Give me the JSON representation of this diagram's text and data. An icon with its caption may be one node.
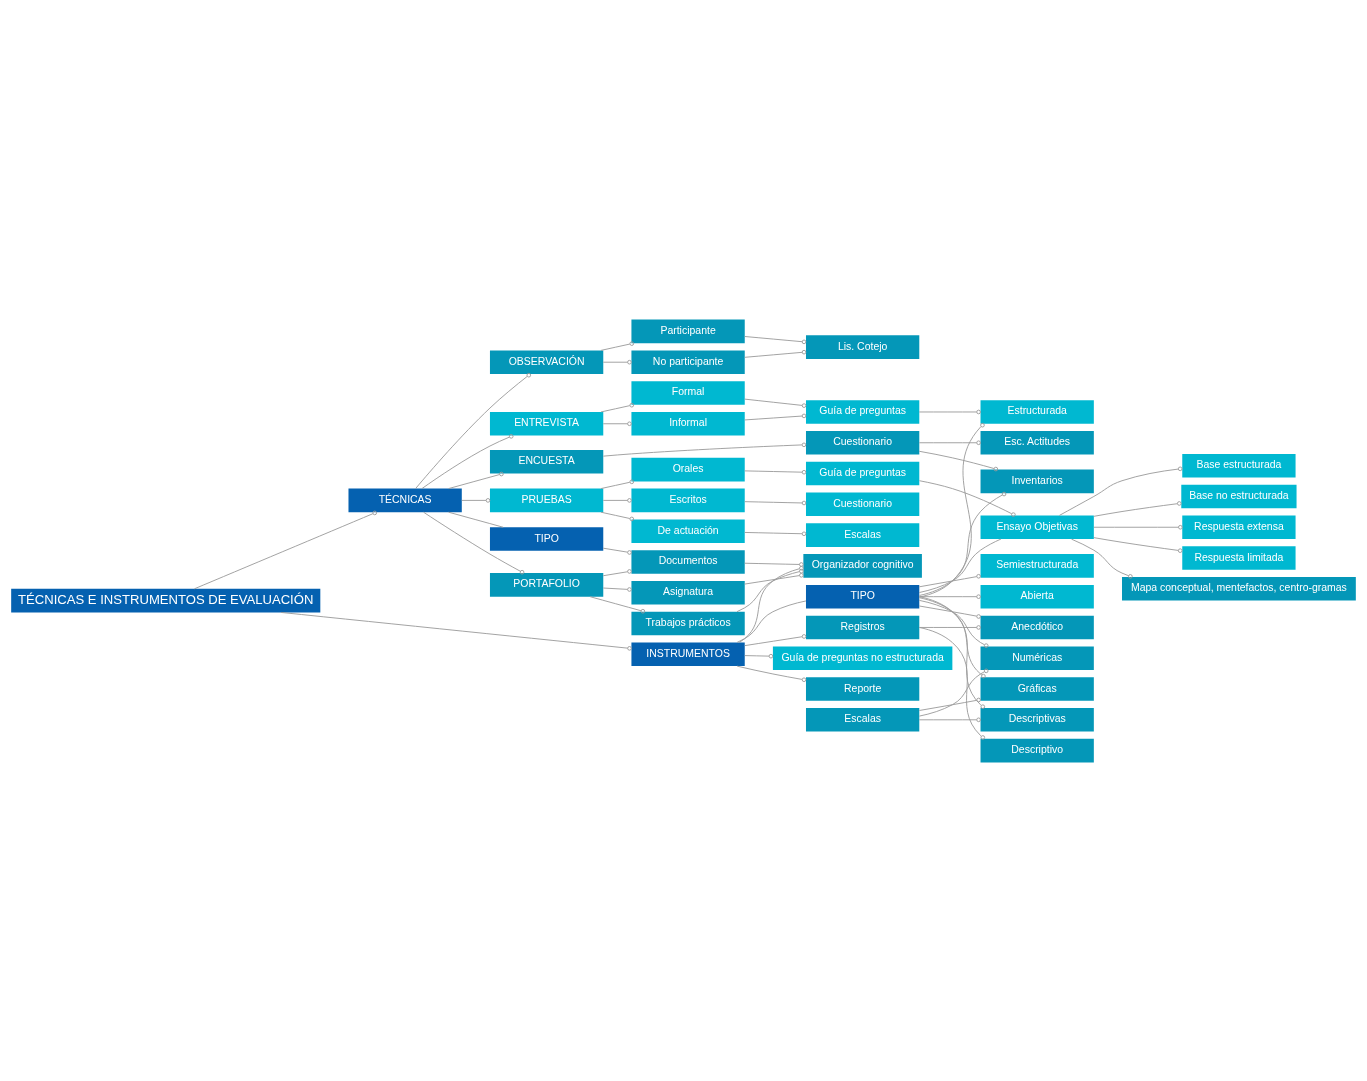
{
  "diagram": {
    "nodes": [
      {
        "text": [
          "TÉCNICAS E INSTRUMENTOS DE EVALUACIÓN"
        ]
      },
      {
        "text": [
          "TÉCNICAS"
        ]
      },
      {
        "text": [
          "TIPO"
        ]
      },
      {
        "text": [
          "INSTRUMENTOS"
        ]
      },
      {
        "text": [
          "TIPO"
        ]
      },
      {
        "text": [
          "OBSERVACIÓN"
        ]
      },
      {
        "text": [
          "ENTREVISTA"
        ]
      },
      {
        "text": [
          "ENCUESTA"
        ]
      },
      {
        "text": [
          "PRUEBAS"
        ]
      },
      {
        "text": [
          "PORTAFOLIO"
        ]
      },
      {
        "text": [
          "Participante"
        ]
      },
      {
        "text": [
          "No participante"
        ]
      },
      {
        "text": [
          "Formal"
        ]
      },
      {
        "text": [
          "Informal"
        ]
      },
      {
        "text": [
          "Orales"
        ]
      },
      {
        "text": [
          "Escritos"
        ]
      },
      {
        "text": [
          "De actuación"
        ]
      },
      {
        "text": [
          "Asignatura"
        ]
      },
      {
        "text": [
          "Trabajos prácticos"
        ]
      },
      {
        "text": [
          "Documentos"
        ]
      },
      {
        "text": [
          "Registros"
        ]
      },
      {
        "text": [
          "Lis. Cotejo"
        ]
      },
      {
        "text": [
          "Escalas"
        ]
      },
      {
        "text": [
          "Guía de preguntas"
        ]
      },
      {
        "text": [
          "Guía de preguntas no estructurada"
        ]
      },
      {
        "text": [
          "Cuestionario"
        ]
      },
      {
        "text": [
          "Guía de preguntas"
        ]
      },
      {
        "text": [
          "Cuestionario"
        ]
      },
      {
        "text": [
          "Escalas"
        ]
      },
      {
        "text": [
          "Reporte"
        ]
      },
      {
        "text": [
          "Organizador cognitivo"
        ]
      },
      {
        "text": [
          "Ensayo Objetivas"
        ]
      },
      {
        "text": [
          "Anecdótico"
        ]
      },
      {
        "text": [
          "Descriptivo"
        ]
      },
      {
        "text": [
          "Numéricas"
        ]
      },
      {
        "text": [
          "Gráficas"
        ]
      },
      {
        "text": [
          "Descriptivas"
        ]
      },
      {
        "text": [
          "Estructurada"
        ]
      },
      {
        "text": [
          "Semiestructurada"
        ]
      },
      {
        "text": [
          "Abierta"
        ]
      },
      {
        "text": [
          "Inventarios"
        ]
      },
      {
        "text": [
          "Esc. Actitudes"
        ]
      },
      {
        "text": [
          "Base estructurada"
        ]
      },
      {
        "text": [
          "Base no estructurada"
        ]
      },
      {
        "text": [
          "Respuesta extensa"
        ]
      },
      {
        "text": [
          "Respuesta limitada"
        ]
      },
      {
        "text": [
          "Mapa conceptual, mentefactos, centro-gramas"
        ]
      }
    ],
    "edges": [
      {
        "from": 0,
        "to": 1,
        "arrow": "other"
      },
      {
        "from": 0,
        "to": 3,
        "arrow": "other"
      },
      {
        "from": 1,
        "to": 2,
        "arrow": "none"
      },
      {
        "from": 3,
        "to": 4,
        "arrow": "none"
      },
      {
        "from": 1,
        "to": 5,
        "arrow": "other"
      },
      {
        "from": 1,
        "to": 6,
        "arrow": "other"
      },
      {
        "from": 1,
        "to": 7,
        "arrow": "other"
      },
      {
        "from": 1,
        "to": 8,
        "arrow": "other"
      },
      {
        "from": 1,
        "to": 9,
        "arrow": "other"
      },
      {
        "from": 2,
        "to": 19,
        "arrow": "other"
      },
      {
        "from": 5,
        "to": 10,
        "arrow": "other"
      },
      {
        "from": 5,
        "to": 11,
        "arrow": "other"
      },
      {
        "from": 6,
        "to": 12,
        "arrow": "other"
      },
      {
        "from": 6,
        "to": 13,
        "arrow": "other"
      },
      {
        "from": 8,
        "to": 14,
        "arrow": "other"
      },
      {
        "from": 8,
        "to": 15,
        "arrow": "other"
      },
      {
        "from": 8,
        "to": 16,
        "arrow": "other"
      },
      {
        "from": 9,
        "to": 17,
        "arrow": "other"
      },
      {
        "from": 9,
        "to": 18,
        "arrow": "other"
      },
      {
        "from": 9,
        "to": 19,
        "arrow": "other"
      },
      {
        "from": 3,
        "to": 20,
        "arrow": "other"
      },
      {
        "from": 3,
        "to": 24,
        "arrow": "other"
      },
      {
        "from": 3,
        "to": 29,
        "arrow": "other"
      },
      {
        "from": 3,
        "to": 30,
        "arrow": "other"
      },
      {
        "from": 10,
        "to": 21,
        "arrow": "other"
      },
      {
        "from": 11,
        "to": 21,
        "arrow": "other"
      },
      {
        "from": 12,
        "to": 23,
        "arrow": "other"
      },
      {
        "from": 13,
        "to": 23,
        "arrow": "other"
      },
      {
        "from": 7,
        "to": 25,
        "arrow": "other"
      },
      {
        "from": 14,
        "to": 26,
        "arrow": "other"
      },
      {
        "from": 15,
        "to": 27,
        "arrow": "other"
      },
      {
        "from": 16,
        "to": 28,
        "arrow": "other"
      },
      {
        "from": 17,
        "to": 30,
        "arrow": "other"
      },
      {
        "from": 18,
        "to": 30,
        "arrow": "other"
      },
      {
        "from": 19,
        "to": 30,
        "arrow": "other"
      },
      {
        "from": 4,
        "to": 32,
        "arrow": "other"
      },
      {
        "from": 4,
        "to": 34,
        "arrow": "other"
      },
      {
        "from": 4,
        "to": 35,
        "arrow": "other"
      },
      {
        "from": 4,
        "to": 36,
        "arrow": "other"
      },
      {
        "from": 4,
        "to": 37,
        "arrow": "other"
      },
      {
        "from": 4,
        "to": 38,
        "arrow": "other"
      },
      {
        "from": 4,
        "to": 39,
        "arrow": "other"
      },
      {
        "from": 4,
        "to": 40,
        "arrow": "other"
      },
      {
        "from": 4,
        "to": 31,
        "arrow": "none"
      },
      {
        "from": 20,
        "to": 32,
        "arrow": "other"
      },
      {
        "from": 20,
        "to": 33,
        "arrow": "other"
      },
      {
        "from": 22,
        "to": 34,
        "arrow": "other"
      },
      {
        "from": 22,
        "to": 35,
        "arrow": "other"
      },
      {
        "from": 22,
        "to": 36,
        "arrow": "other"
      },
      {
        "from": 23,
        "to": 37,
        "arrow": "other"
      },
      {
        "from": 25,
        "to": 40,
        "arrow": "other"
      },
      {
        "from": 25,
        "to": 41,
        "arrow": "other"
      },
      {
        "from": 26,
        "to": 31,
        "arrow": "other"
      },
      {
        "from": 31,
        "to": 42,
        "arrow": "other"
      },
      {
        "from": 31,
        "to": 43,
        "arrow": "other"
      },
      {
        "from": 31,
        "to": 44,
        "arrow": "other"
      },
      {
        "from": 31,
        "to": 45,
        "arrow": "other"
      },
      {
        "from": 31,
        "to": 46,
        "arrow": "other"
      }
    ]
  }
}
